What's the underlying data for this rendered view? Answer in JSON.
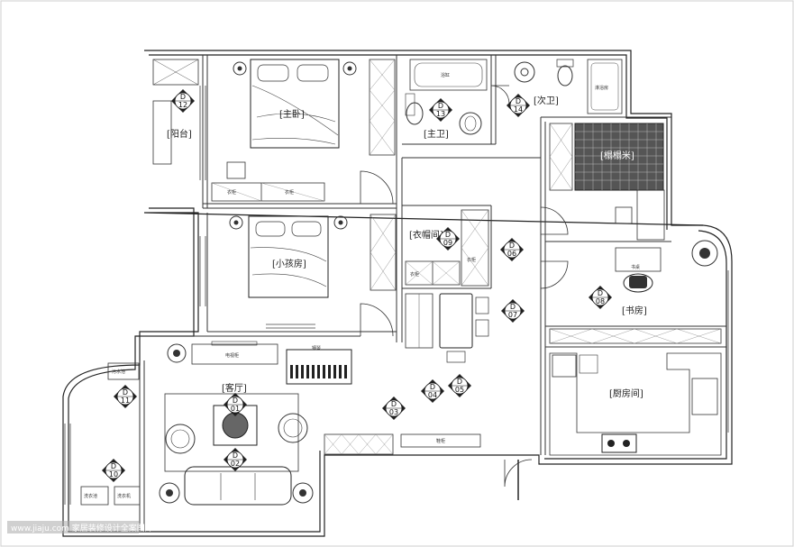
{
  "rooms": {
    "master_bedroom": "[主卧]",
    "balcony": "[阳台]",
    "master_bath": "[主卫]",
    "second_bath": "[次卫]",
    "tatami": "[榻榻米]",
    "kids_room": "[小孩房]",
    "cloakroom": "[衣帽间]",
    "study": "[书房]",
    "living_room": "[客厅]",
    "kitchen": "[厨房间]"
  },
  "fixtures": {
    "wardrobe_a": "衣柜",
    "wardrobe_b": "衣柜",
    "tv_cabinet": "电视柜",
    "piano": "钢琴",
    "desk": "书桌",
    "sink_pool": "污水池",
    "laundry_pool": "洗衣池",
    "washing_machine": "洗衣机",
    "bathtub": "浴缸",
    "shower": "淋浴房",
    "shoe_cabinet": "鞋柜",
    "cloak_cab_1": "衣柜",
    "cloak_cab_2": "衣柜"
  },
  "markers": [
    {
      "d": "D",
      "n": "01"
    },
    {
      "d": "D",
      "n": "02"
    },
    {
      "d": "D",
      "n": "03"
    },
    {
      "d": "D",
      "n": "04"
    },
    {
      "d": "D",
      "n": "05"
    },
    {
      "d": "D",
      "n": "06"
    },
    {
      "d": "D",
      "n": "07"
    },
    {
      "d": "D",
      "n": "08"
    },
    {
      "d": "D",
      "n": "09"
    },
    {
      "d": "D",
      "n": "10"
    },
    {
      "d": "D",
      "n": "11"
    },
    {
      "d": "D",
      "n": "12"
    },
    {
      "d": "D",
      "n": "13"
    },
    {
      "d": "D",
      "n": "14"
    }
  ],
  "watermark": "www.jiaju.com 家居装修设计全案图库"
}
